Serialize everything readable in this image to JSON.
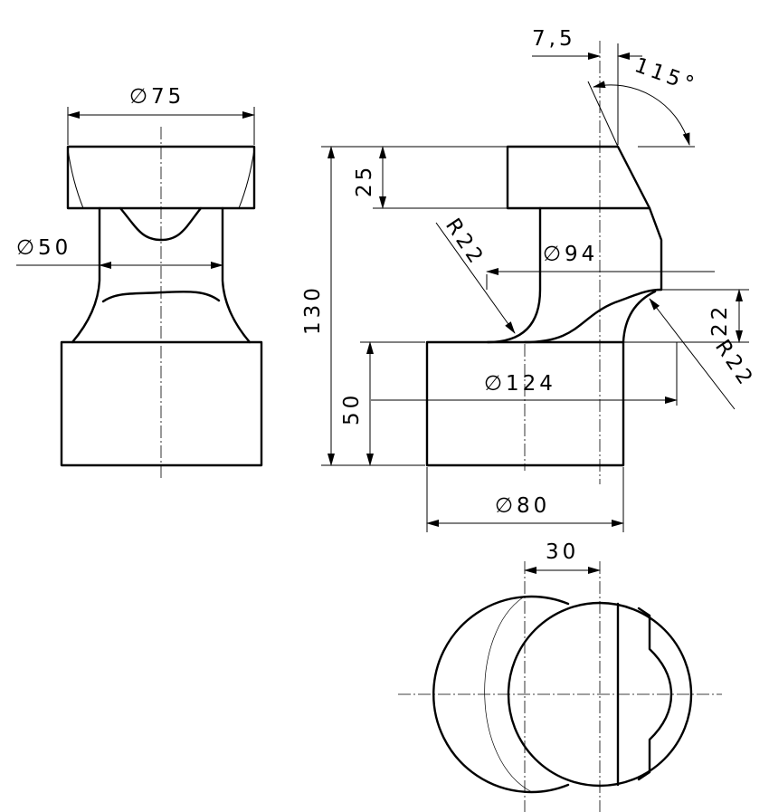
{
  "dimensions": {
    "front_top_diameter": "∅75",
    "front_neck_diameter": "∅50",
    "side_offset": "7,5",
    "side_angle": "115°",
    "side_total_height": "130",
    "side_top_height": "25",
    "side_radius_upper": "R22",
    "side_middle_diameter": "∅94",
    "side_fillet_height": "22",
    "side_radius_lower": "R22",
    "side_base_diameter": "∅124",
    "side_base_height": "50",
    "side_bottom_diameter": "∅80",
    "top_offset": "30"
  }
}
